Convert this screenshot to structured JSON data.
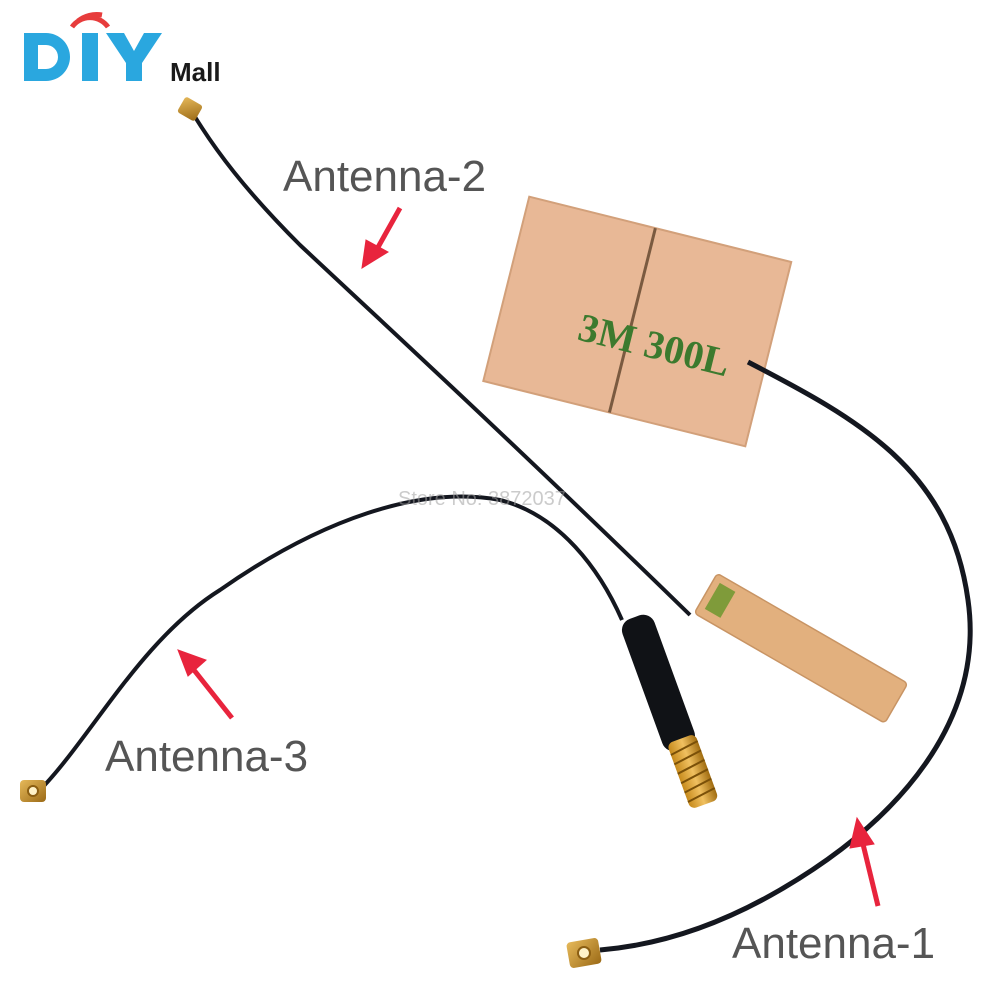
{
  "brand": {
    "logo_text": "DIYMall",
    "logo_suffix": "Mall",
    "colors": {
      "d": "#2aa7df",
      "i": "#e73c3c",
      "y": "#2aa7df"
    }
  },
  "watermark": "Store No: 3872037",
  "labels": {
    "antenna_1": "Antenna-1",
    "antenna_2": "Antenna-2",
    "antenna_3": "Antenna-3"
  },
  "patch_print": "3M 300L",
  "colors": {
    "arrow": "#e8243d",
    "cable": "#14171f",
    "patch": "#e8b896",
    "connector": "#c8942a",
    "label": "#555555"
  }
}
